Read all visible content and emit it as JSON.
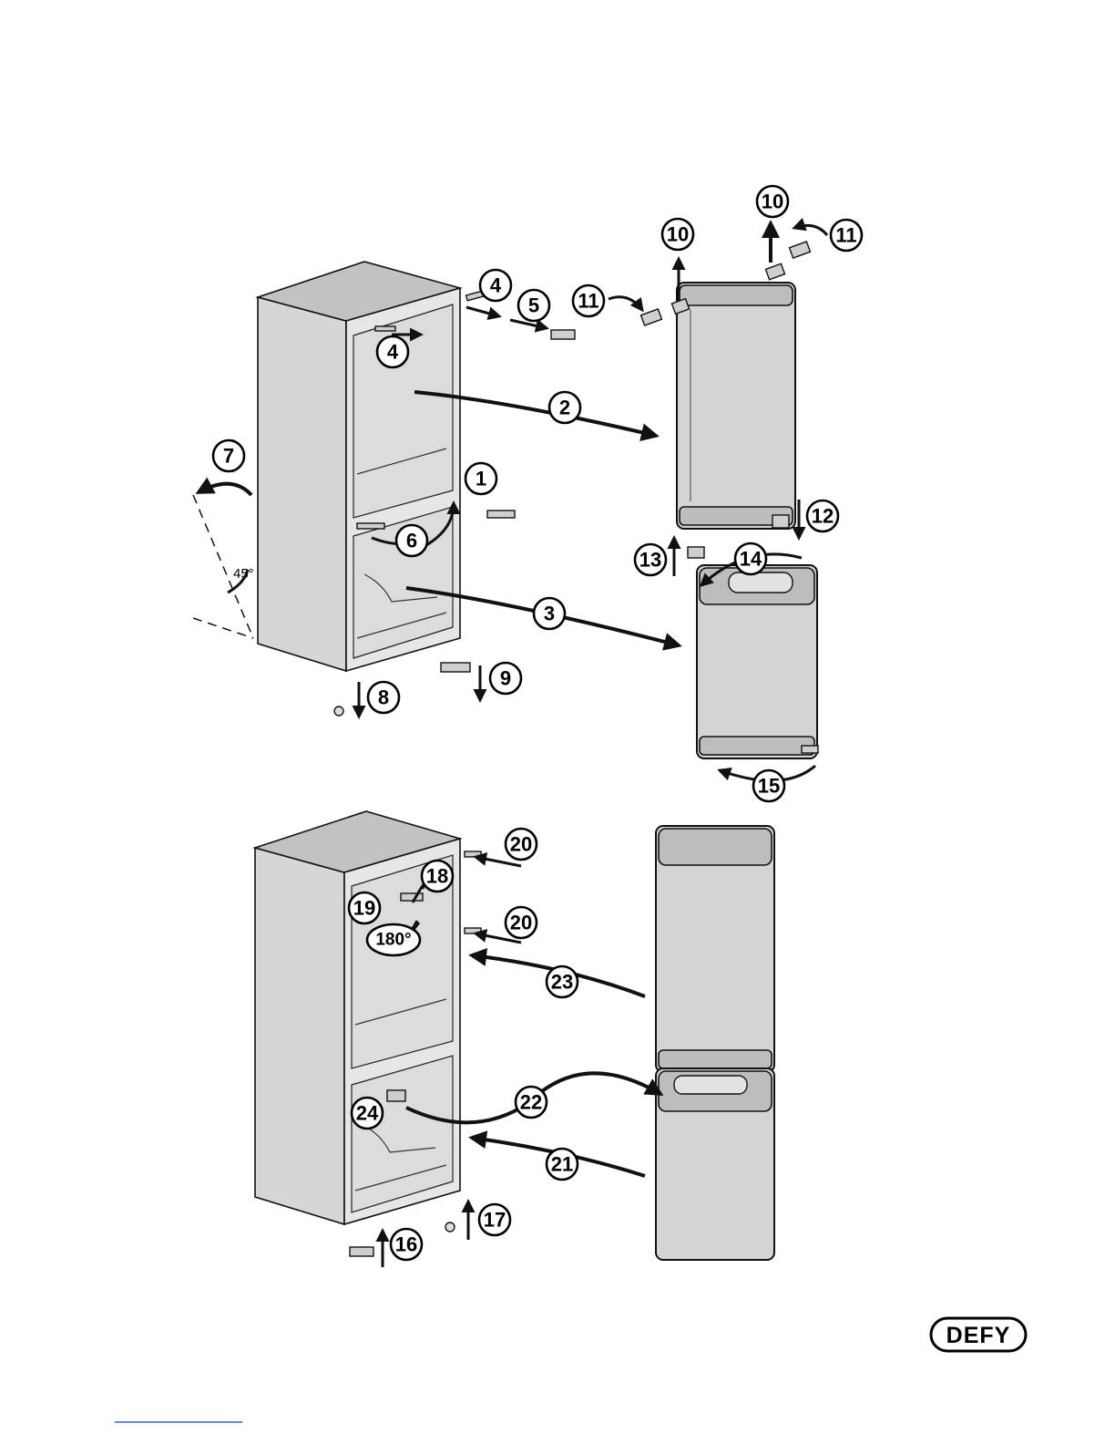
{
  "brand": {
    "logo_text": "DEFY"
  },
  "diagram": {
    "angle_label": "45°",
    "callouts_top": [
      "1",
      "2",
      "3",
      "4",
      "4",
      "5",
      "6",
      "7",
      "8",
      "9",
      "10",
      "10",
      "11",
      "11",
      "12",
      "13",
      "14",
      "15"
    ],
    "callouts_bottom": [
      "16",
      "17",
      "18",
      "19",
      "180°",
      "20",
      "20",
      "21",
      "22",
      "23",
      "24"
    ]
  }
}
